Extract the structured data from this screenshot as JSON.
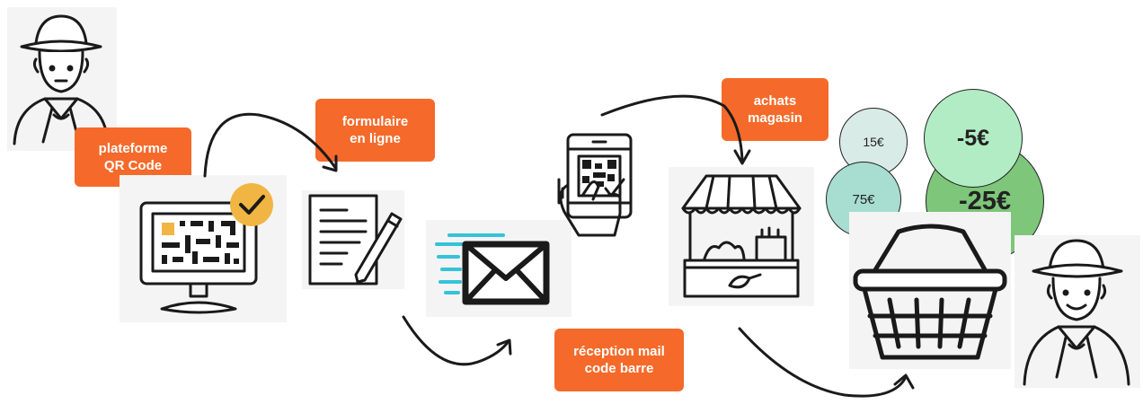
{
  "labels": {
    "platform": "plateforme\nQR Code",
    "form": "formulaire\nen ligne",
    "mail": "réception mail\ncode barre",
    "store": "achats\nmagasin"
  },
  "coins": {
    "c15": "15€",
    "c75": "75€",
    "c5": "-5€",
    "c25": "-25€"
  },
  "colors": {
    "accent": "#f56a2a",
    "check": "#f0b542",
    "qr_square": "#f0b542",
    "mail_lines": "#34c3d9",
    "coin_pale": "#d9ebe6",
    "coin_teal": "#a8ddd1",
    "coin_mint": "#b2ecc4",
    "coin_green": "#7dc67a"
  }
}
